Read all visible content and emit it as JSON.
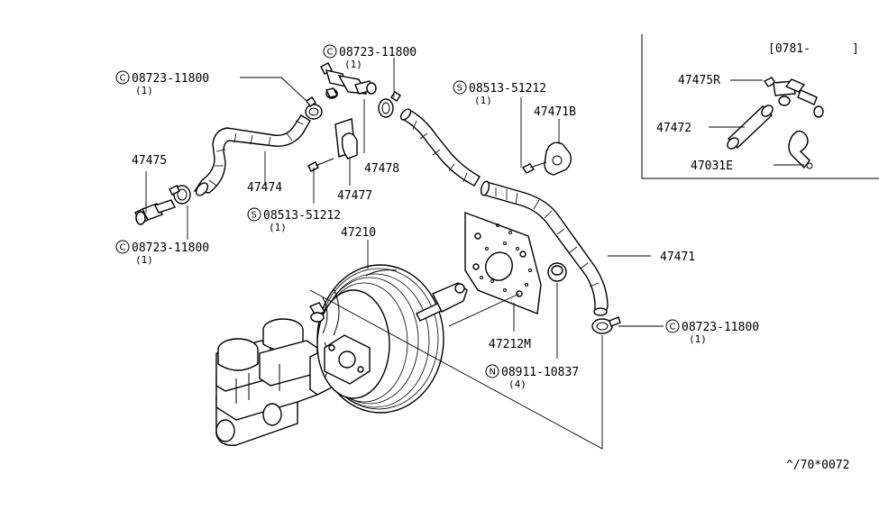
{
  "inset": {
    "code": "[0781-",
    "close": "]",
    "labels": {
      "r": "47475R",
      "hose": "47472",
      "clamp": "47031E"
    }
  },
  "labels": {
    "c1": {
      "badge": "C",
      "text": "08723-11800",
      "qty": "(1)"
    },
    "c2": {
      "badge": "C",
      "text": "08723-11800",
      "qty": "(1)"
    },
    "c3": {
      "badge": "C",
      "text": "08723-11800",
      "qty": "(1)"
    },
    "c4": {
      "badge": "C",
      "text": "08723-11800",
      "qty": "(1)"
    },
    "s1": {
      "badge": "S",
      "text": "08513-51212",
      "qty": "(1)"
    },
    "s2": {
      "badge": "S",
      "text": "08513-51212",
      "qty": "(1)"
    },
    "n1": {
      "badge": "N",
      "text": "08911-10837",
      "qty": "(4)"
    },
    "p47475": "47475",
    "p47474": "47474",
    "p47478": "47478",
    "p47477": "47477",
    "p47471B": "47471B",
    "p47471": "47471",
    "p47210": "47210",
    "p47212M": "47212M"
  },
  "footer": "^/70*0072"
}
